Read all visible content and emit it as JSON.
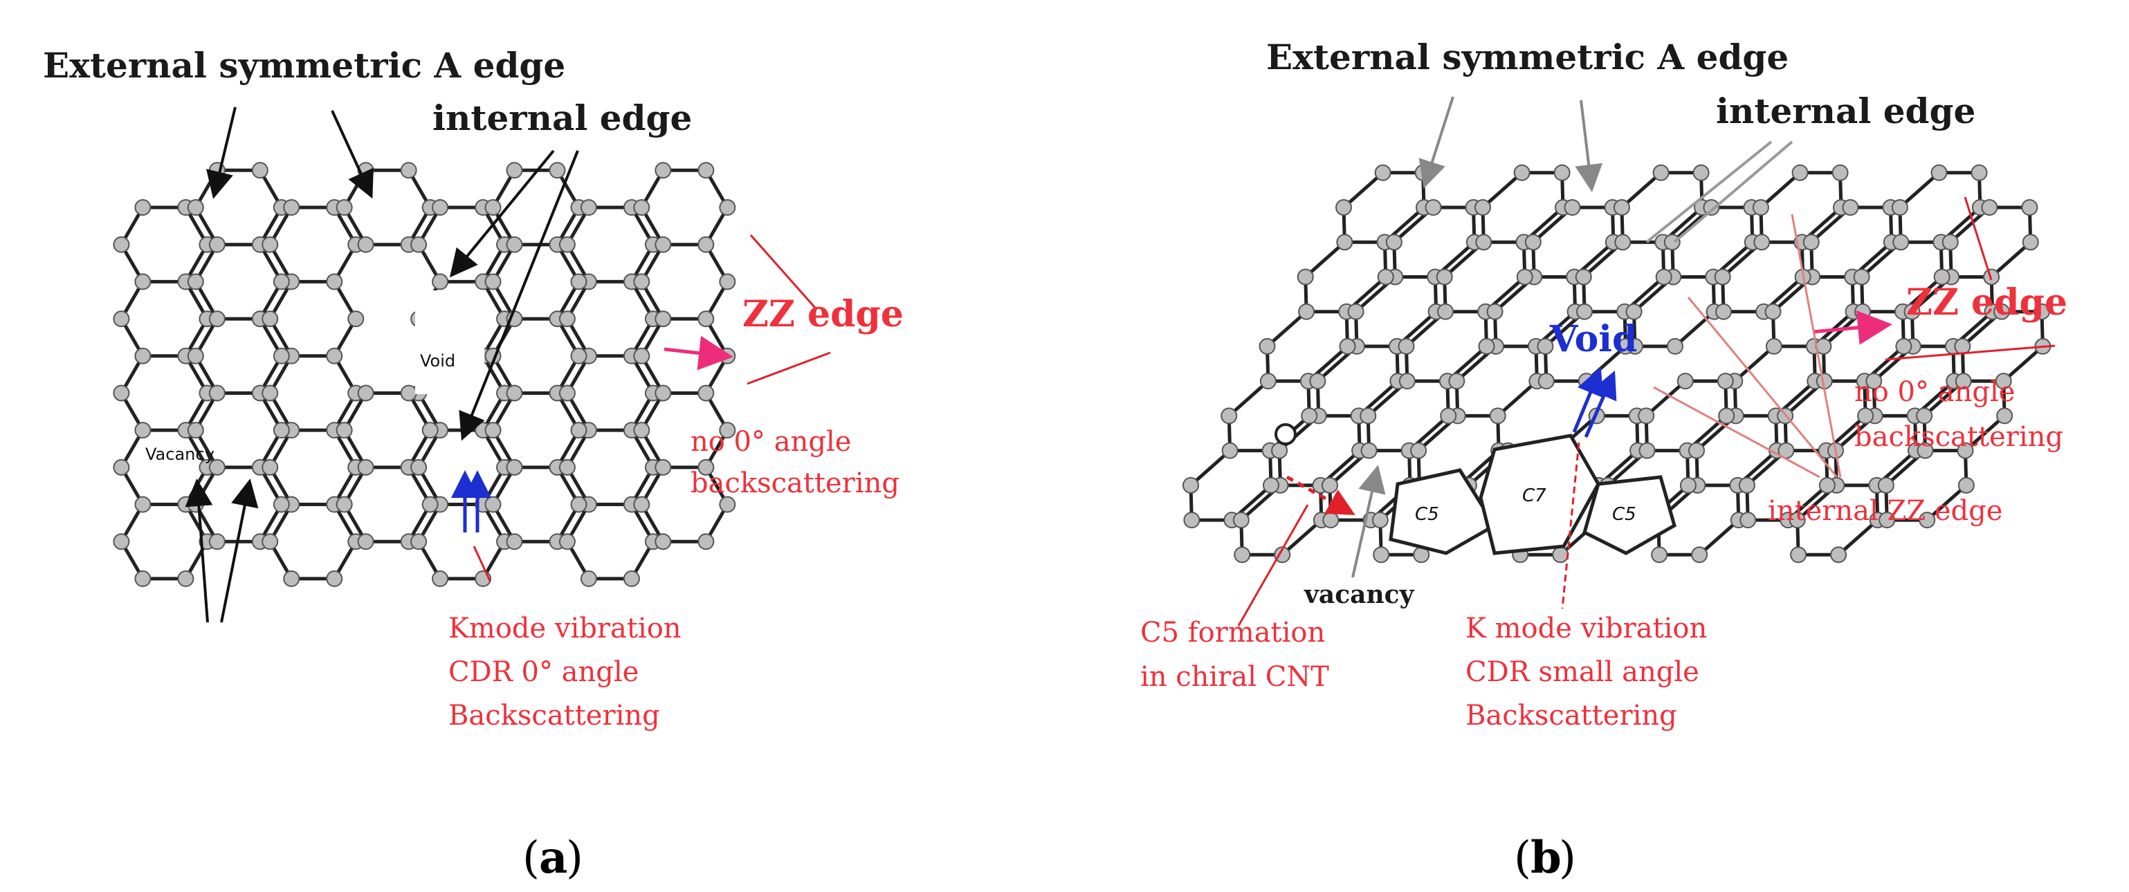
{
  "panel_a": {
    "labels": {
      "external_edge": "External symmetric A edge",
      "internal_edge": "internal edge",
      "void": "Void",
      "vacancy": "Vacancy",
      "zz_edge": "ZZ edge",
      "no_backscatter_1": "no 0° angle",
      "no_backscatter_2": "backscattering",
      "kmode_1": "Kmode vibration",
      "kmode_2": "CDR 0° angle",
      "kmode_3": "Backscattering"
    },
    "caption_letter": "a"
  },
  "panel_b": {
    "labels": {
      "external_edge": "External symmetric A edge",
      "internal_edge": "internal edge",
      "void": "Void",
      "zz_edge": "ZZ edge",
      "no_backscatter_1": "no 0° angle",
      "no_backscatter_2": "backscattering",
      "internal_zz": "internal ZZ edge",
      "vacancy": "vacancy",
      "c5_1": "C5 formation",
      "c5_2": "in chiral CNT",
      "kmode_1": "K mode vibration",
      "kmode_2": "CDR small angle",
      "kmode_3": "Backscattering",
      "ring_c5_left": "C5",
      "ring_c7": "C7",
      "ring_c5_right": "C5"
    },
    "caption_letter": "b"
  },
  "colors": {
    "label_red": "#f0303a",
    "label_blue": "#1c2fd1",
    "arrow_pink": "#ee2d7a",
    "lattice_bond": "#222222",
    "atom_fill": "#bdbdbd"
  }
}
